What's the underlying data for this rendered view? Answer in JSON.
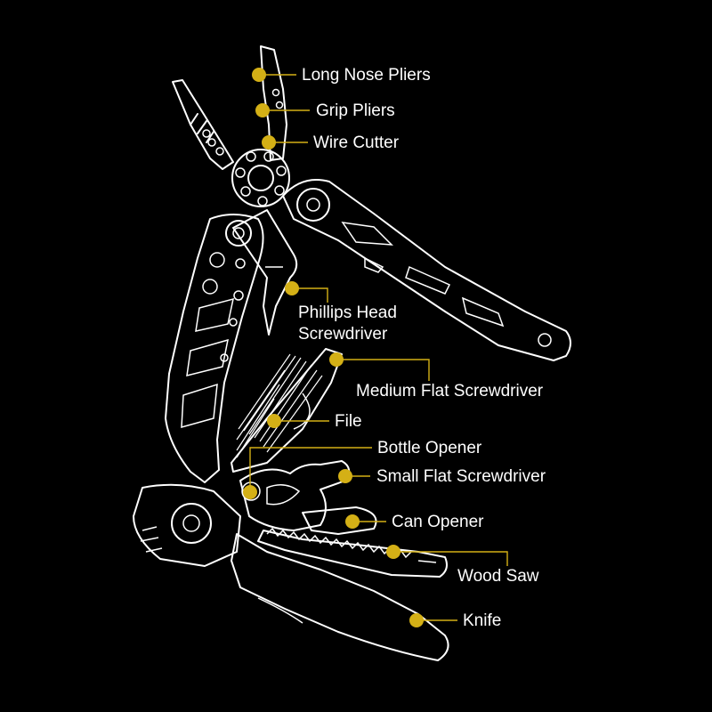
{
  "colors": {
    "background": "#000000",
    "outline": "#ffffff",
    "accent": "#d4b016"
  },
  "callouts": [
    {
      "id": "long-nose-pliers",
      "text": "Long Nose Pliers"
    },
    {
      "id": "grip-pliers",
      "text": "Grip Pliers"
    },
    {
      "id": "wire-cutter",
      "text": "Wire Cutter"
    },
    {
      "id": "phillips-head-screwdriver",
      "text": "Phillips Head",
      "text2": "Screwdriver"
    },
    {
      "id": "medium-flat-screwdriver",
      "text": "Medium Flat Screwdriver"
    },
    {
      "id": "file",
      "text": "File"
    },
    {
      "id": "bottle-opener",
      "text": "Bottle Opener"
    },
    {
      "id": "small-flat-screwdriver",
      "text": "Small Flat Screwdriver"
    },
    {
      "id": "can-opener",
      "text": "Can Opener"
    },
    {
      "id": "wood-saw",
      "text": "Wood Saw"
    },
    {
      "id": "knife",
      "text": "Knife"
    }
  ]
}
